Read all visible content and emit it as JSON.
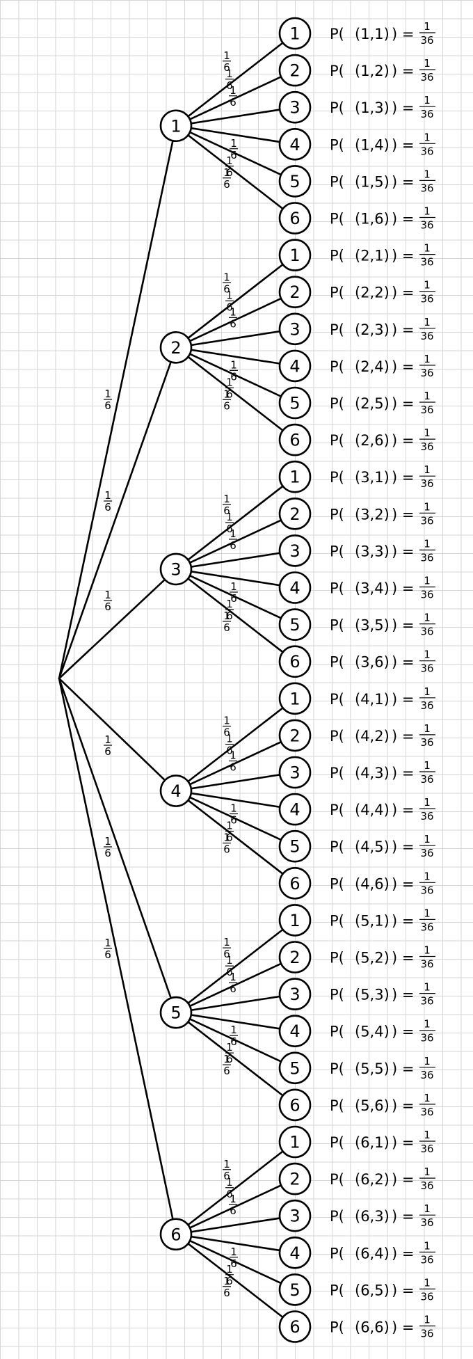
{
  "root_edge_probability": {
    "numerator": "1",
    "denominator": "6"
  },
  "branch_edge_probability": {
    "numerator": "1",
    "denominator": "6"
  },
  "outcome_probability": {
    "numerator": "1",
    "denominator": "36"
  },
  "probability_prefix": "P(",
  "probability_suffix": ") =",
  "first_level": [
    "1",
    "2",
    "3",
    "4",
    "5",
    "6"
  ],
  "second_level": [
    "1",
    "2",
    "3",
    "4",
    "5",
    "6"
  ],
  "outcomes": [
    "(1,1)",
    "(1,2)",
    "(1,3)",
    "(1,4)",
    "(1,5)",
    "(1,6)",
    "(2,1)",
    "(2,2)",
    "(2,3)",
    "(2,4)",
    "(2,5)",
    "(2,6)",
    "(3,1)",
    "(3,2)",
    "(3,3)",
    "(3,4)",
    "(3,5)",
    "(3,6)",
    "(4,1)",
    "(4,2)",
    "(4,3)",
    "(4,4)",
    "(4,5)",
    "(4,6)",
    "(5,1)",
    "(5,2)",
    "(5,3)",
    "(5,4)",
    "(5,5)",
    "(5,6)",
    "(6,1)",
    "(6,2)",
    "(6,3)",
    "(6,4)",
    "(6,5)",
    "(6,6)"
  ]
}
